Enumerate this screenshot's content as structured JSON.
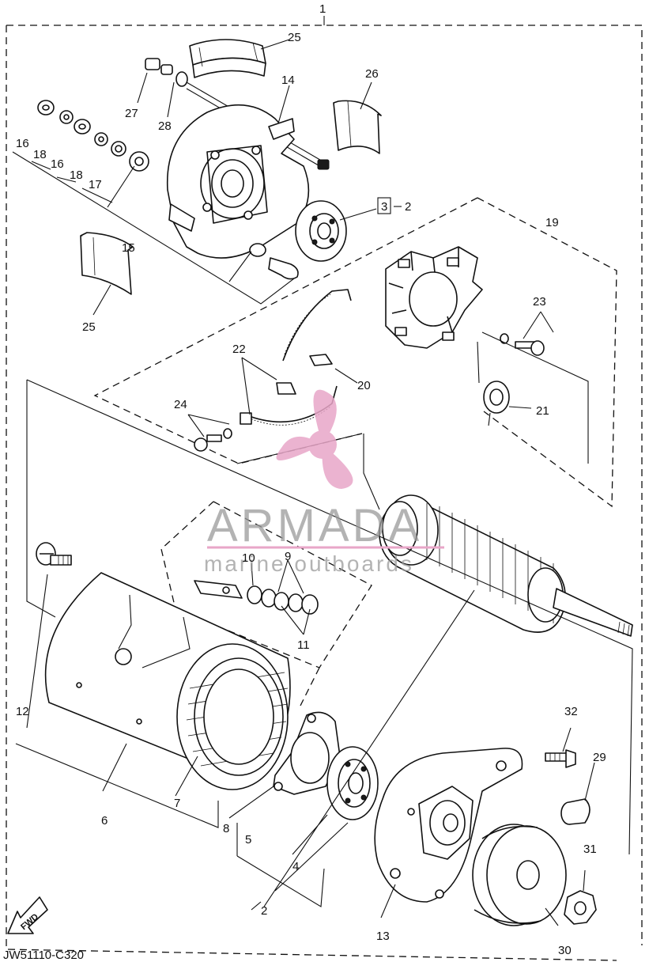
{
  "callouts": [
    {
      "id": "c1",
      "text": "1"
    },
    {
      "id": "c25a",
      "text": "25"
    },
    {
      "id": "c14",
      "text": "14"
    },
    {
      "id": "c26",
      "text": "26"
    },
    {
      "id": "c27",
      "text": "27"
    },
    {
      "id": "c28",
      "text": "28"
    },
    {
      "id": "c16a",
      "text": "16"
    },
    {
      "id": "c18a",
      "text": "18"
    },
    {
      "id": "c16b",
      "text": "16"
    },
    {
      "id": "c18b",
      "text": "18"
    },
    {
      "id": "c17",
      "text": "17"
    },
    {
      "id": "c15",
      "text": "15"
    },
    {
      "id": "c2a",
      "text": "2"
    },
    {
      "id": "c19",
      "text": "19"
    },
    {
      "id": "c25b",
      "text": "25"
    },
    {
      "id": "c23",
      "text": "23"
    },
    {
      "id": "c22",
      "text": "22"
    },
    {
      "id": "c20",
      "text": "20"
    },
    {
      "id": "c24",
      "text": "24"
    },
    {
      "id": "c21",
      "text": "21"
    },
    {
      "id": "c10",
      "text": "10"
    },
    {
      "id": "c9",
      "text": "9"
    },
    {
      "id": "c11",
      "text": "11"
    },
    {
      "id": "c12",
      "text": "12"
    },
    {
      "id": "c32",
      "text": "32"
    },
    {
      "id": "c29",
      "text": "29"
    },
    {
      "id": "c6",
      "text": "6"
    },
    {
      "id": "c7",
      "text": "7"
    },
    {
      "id": "c8",
      "text": "8"
    },
    {
      "id": "c5",
      "text": "5"
    },
    {
      "id": "c4",
      "text": "4"
    },
    {
      "id": "c31",
      "text": "31"
    },
    {
      "id": "c2b",
      "text": "2"
    },
    {
      "id": "c13",
      "text": "13"
    },
    {
      "id": "c30",
      "text": "30"
    }
  ],
  "boxed_reference": "3",
  "fwd_label": "FWD",
  "drawing_code": "JW51110-C320",
  "watermark": {
    "brand": "ARMADA",
    "tagline": "marine outboards",
    "color": "#e8a6c8"
  }
}
